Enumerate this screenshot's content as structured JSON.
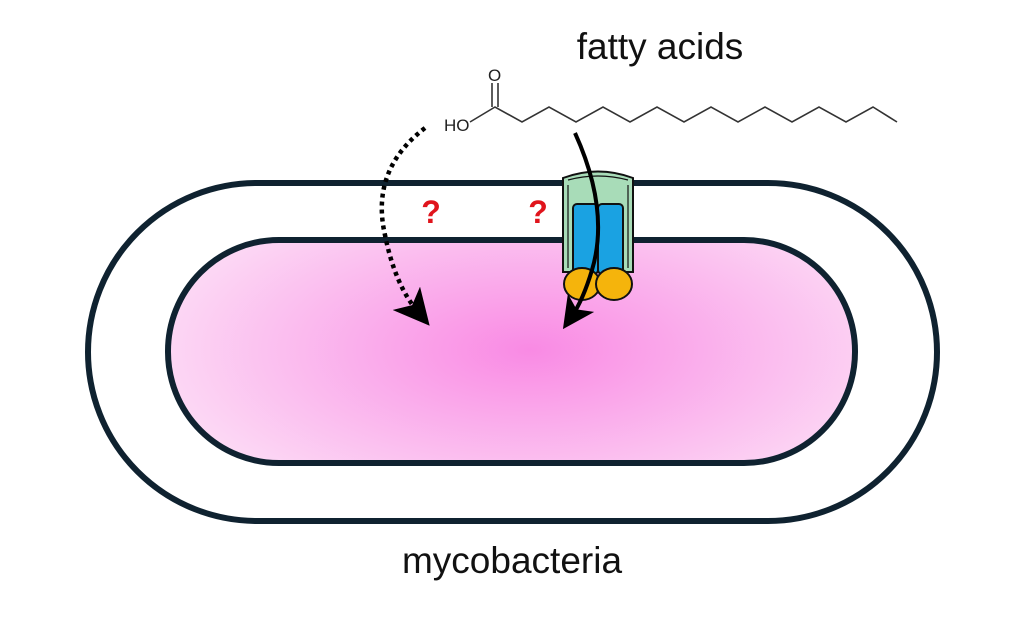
{
  "labels": {
    "top": "fatty acids",
    "bottom": "mycobacteria",
    "hydroxyl": "HO",
    "carbonyl_oxygen": "O",
    "unknown_route_1": "?",
    "unknown_route_2": "?"
  },
  "colors": {
    "cell_wall": "#0f2230",
    "cytoplasm_center": "#f98ae4",
    "cytoplasm_edge": "#fcdaf5",
    "transporter_outer": "#a8dcb8",
    "transporter_core": "#1aa2e2",
    "transporter_base": "#f5b40c",
    "question": "#e0141c"
  },
  "icons": [
    "fatty-acid-structure",
    "transporter-protein",
    "dotted-arrow",
    "solid-arrow"
  ]
}
